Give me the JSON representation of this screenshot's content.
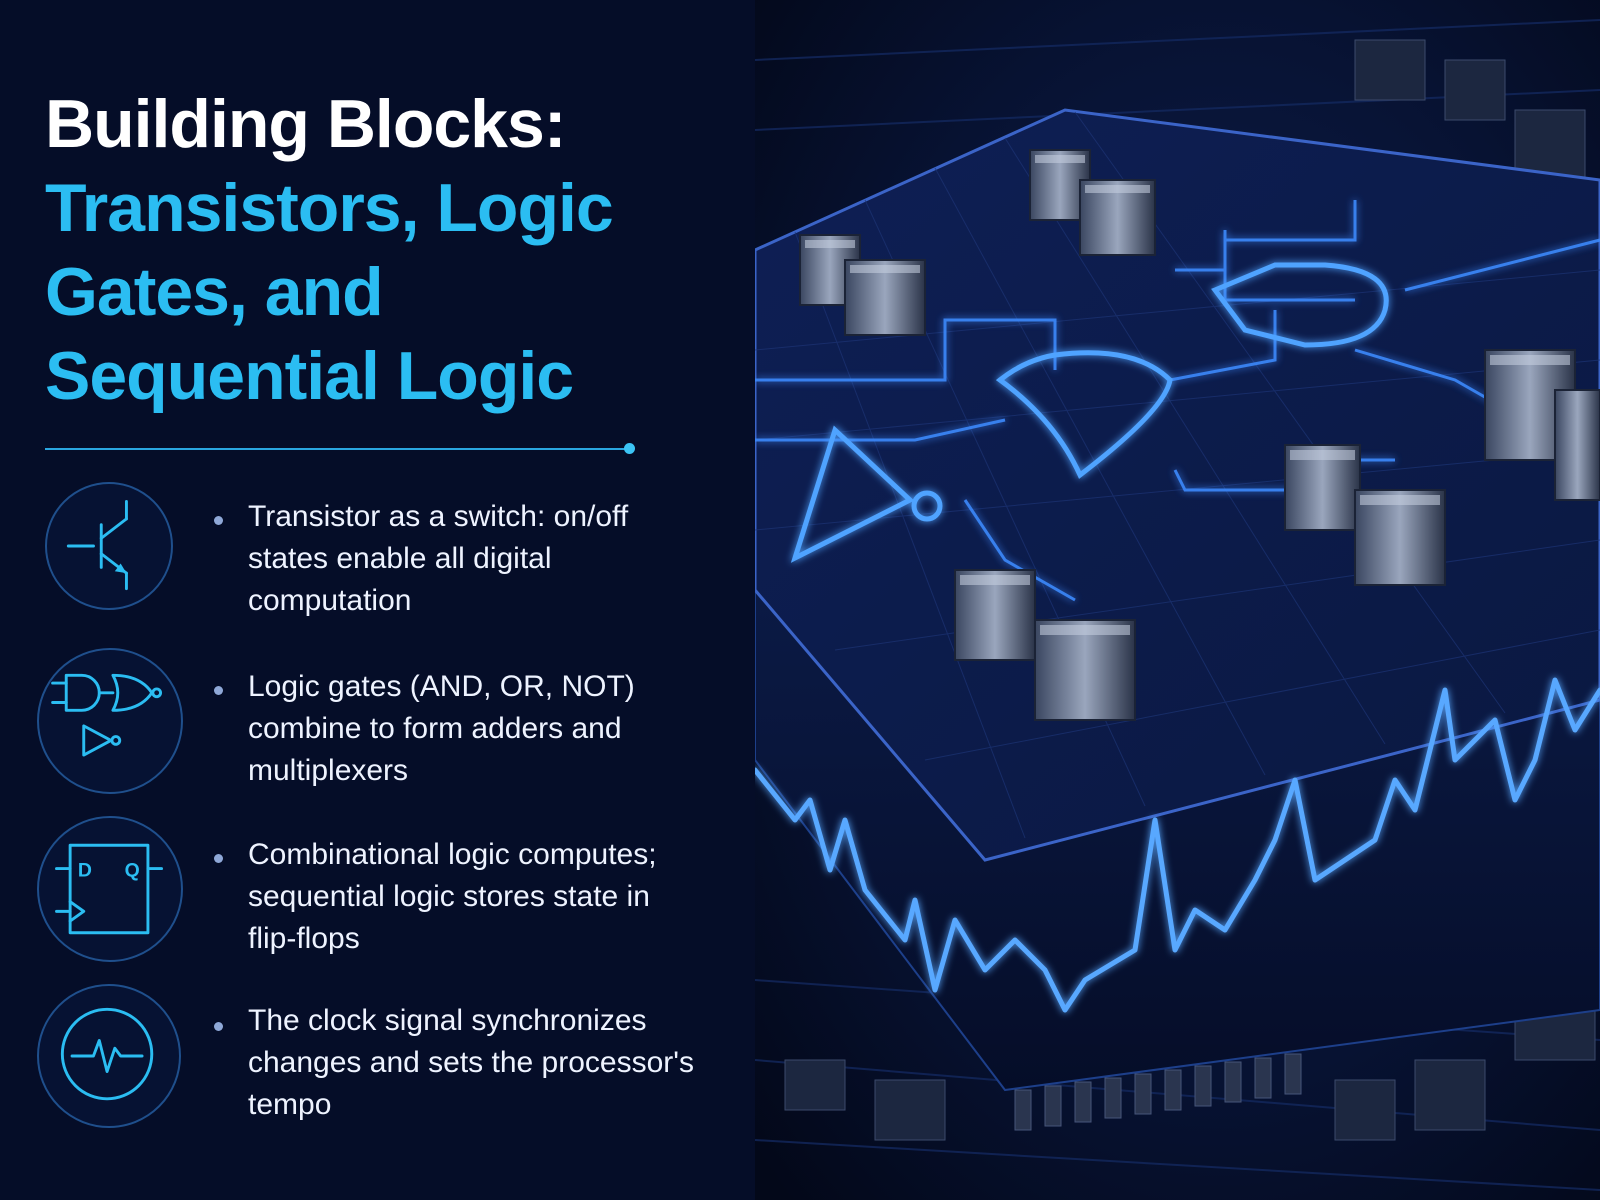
{
  "title": {
    "line1": "Building Blocks:",
    "line2_parts": [
      "Transistors, Logic",
      "Gates, and",
      "Sequential Logic"
    ]
  },
  "bullets": [
    {
      "icon": "transistor-icon",
      "lines": [
        "Transistor as a switch: on/off",
        "states enable all digital",
        "computation"
      ]
    },
    {
      "icon": "logic-gates-icon",
      "lines": [
        "Logic gates (AND, OR, NOT)",
        "combine to form adders and",
        "multiplexers"
      ]
    },
    {
      "icon": "flip-flop-icon",
      "lines": [
        "Combinational logic computes;",
        "sequential logic stores state in",
        "flip-flops"
      ]
    },
    {
      "icon": "clock-pulse-icon",
      "lines": [
        "The clock signal synchronizes",
        "changes and sets the processor's",
        "tempo"
      ]
    }
  ],
  "flipflop_labels": {
    "d": "D",
    "q": "Q"
  },
  "colors": {
    "background": "#050d28",
    "title_white": "#ffffff",
    "title_accent": "#2bbdf2",
    "icon_stroke": "#2bbdf2",
    "glow": "#3d8bff"
  },
  "illustration": {
    "subject": "glowing circuit chip with AND, OR, NOT gate symbols and heartbeat clock waveform"
  }
}
